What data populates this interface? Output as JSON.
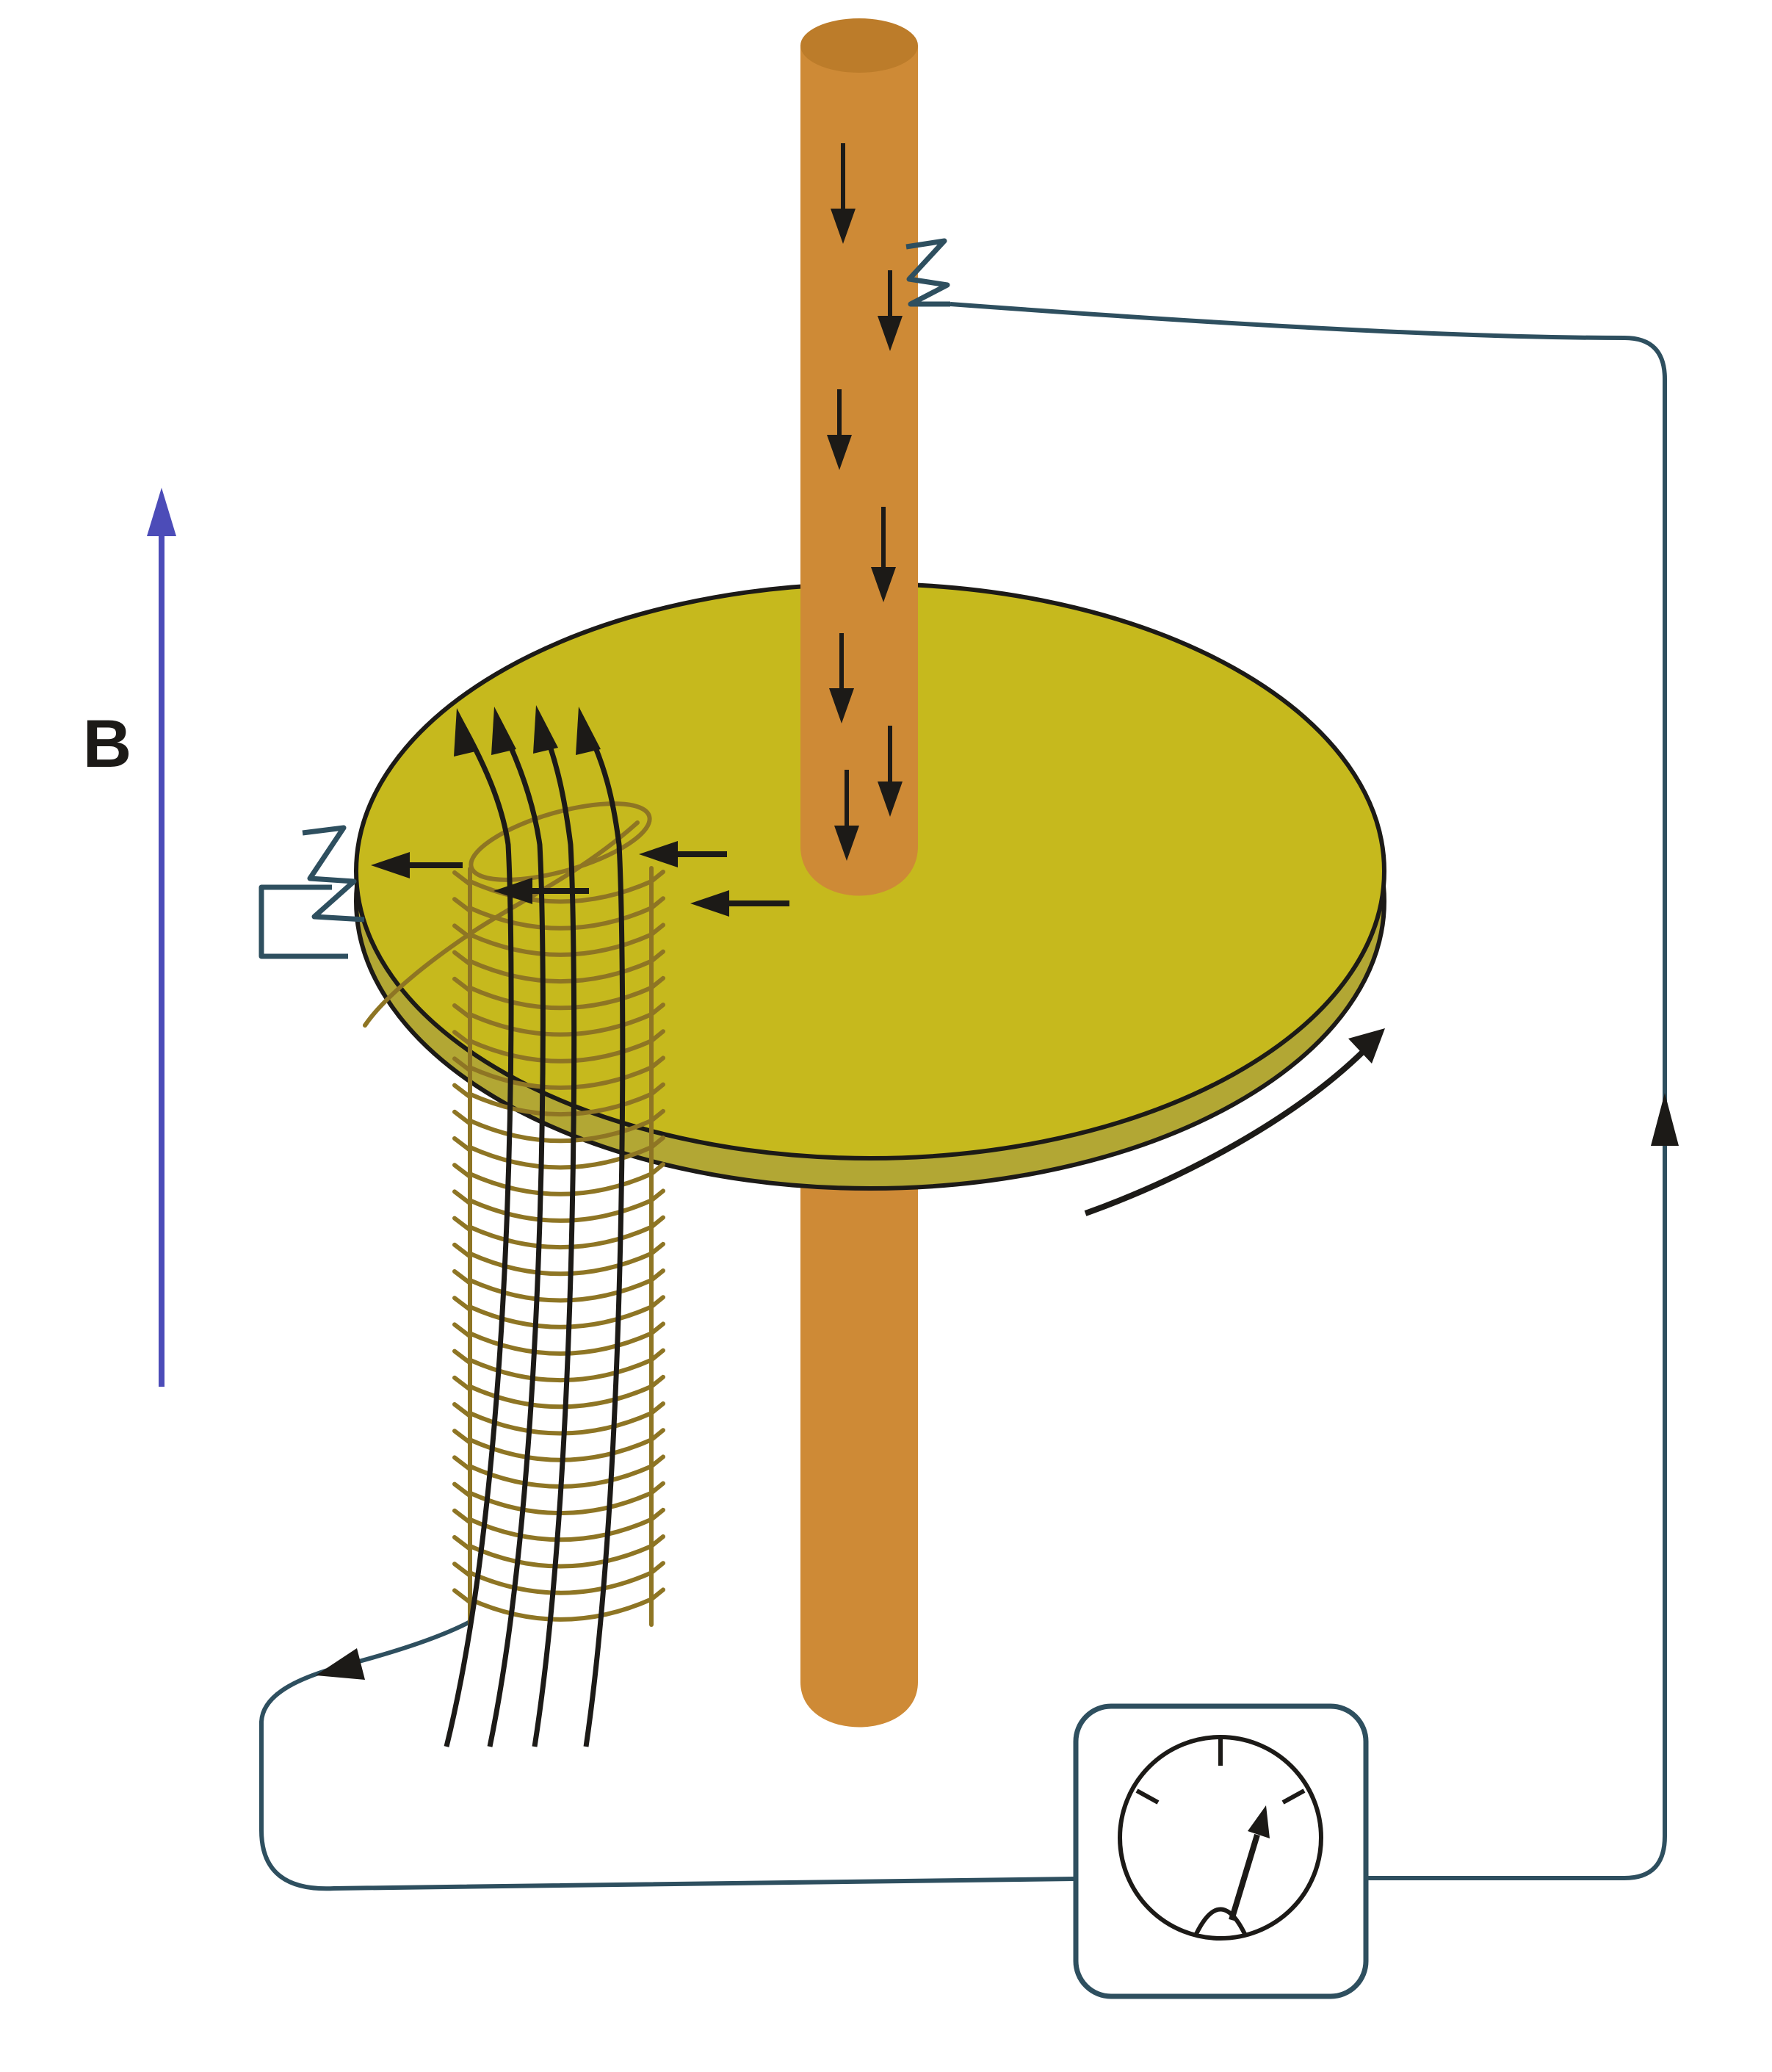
{
  "labels": {
    "magnetic_field": "B"
  },
  "colors": {
    "background": "#ffffff",
    "axle": "#ce8a36",
    "axle_cap": "#bc7c2a",
    "disk_top": "#c6b91d",
    "disk_side": "#b2a734",
    "coil": "#8e7524",
    "circuit_wire": "#2e4f5f",
    "diagram_black": "#1c1a17",
    "b_field_blue": "#4c4cb8"
  },
  "diagram": {
    "description": "Conducting disk on a vertical axle with a coil and upward magnetic field lines; brushes at the axle and rim connect through wires to a galvanometer; arrows mark current direction and disk rotation",
    "counts": {
      "coil_turns": 28,
      "field_lines": 4,
      "axle_current_arrows": 7,
      "disk_current_arrows": 4,
      "galvanometer_ticks": 3
    },
    "components": [
      "axle",
      "conducting-disk",
      "coil",
      "magnetic-field-lines",
      "brush-at-axle",
      "brush-at-rim",
      "brush-bracket",
      "circuit-wire",
      "galvanometer",
      "rotation-arrow",
      "b-field-arrow"
    ]
  }
}
